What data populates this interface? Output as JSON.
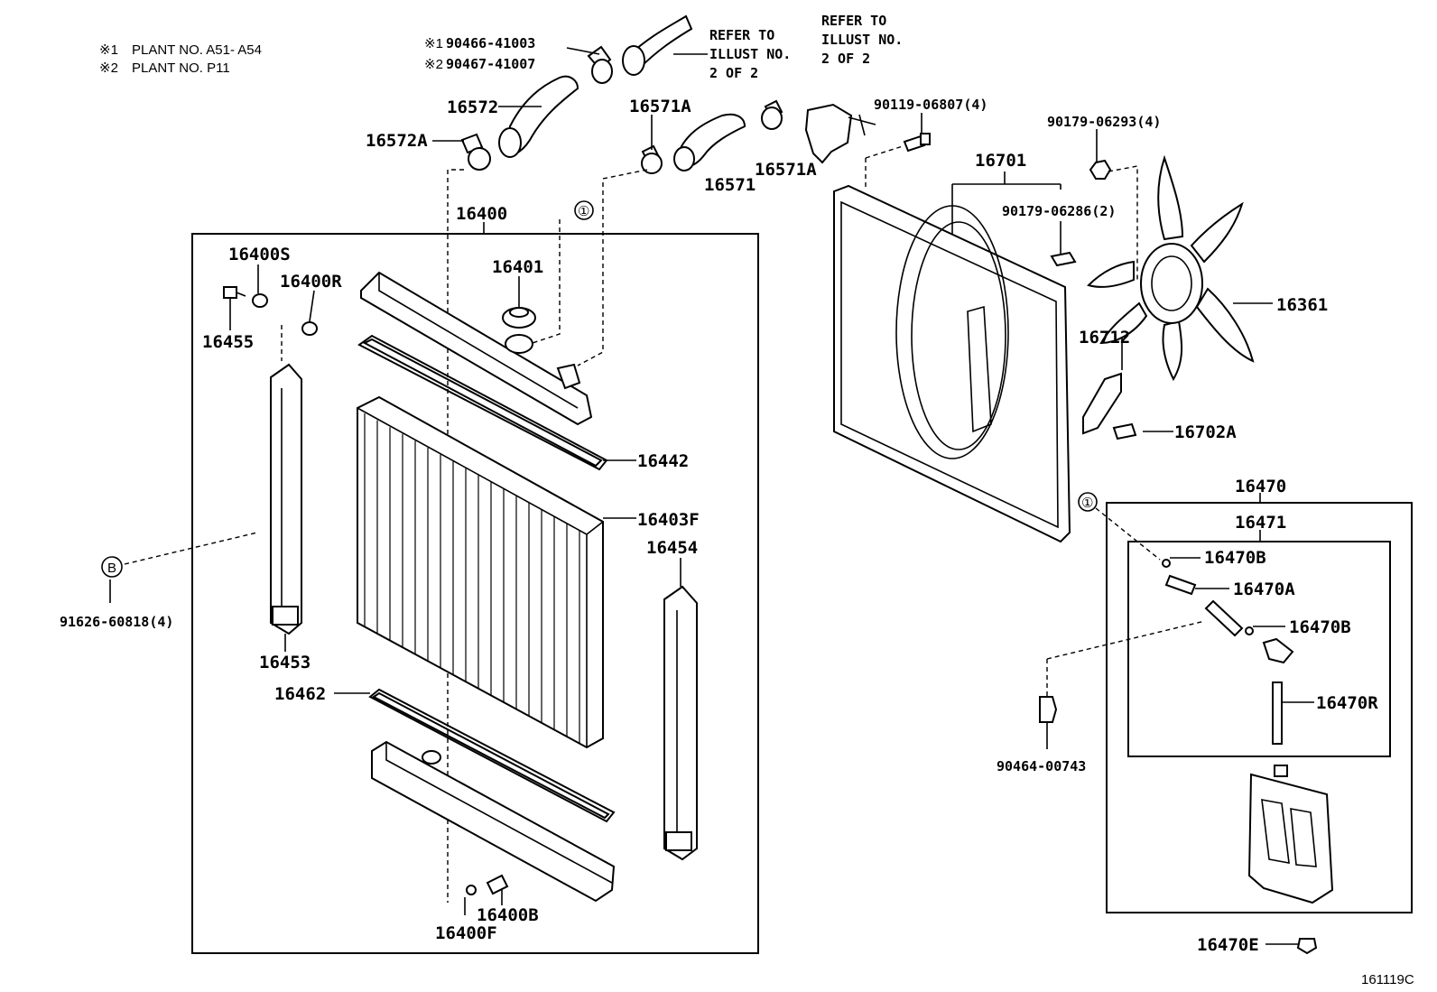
{
  "notes": [
    {
      "mark": "※1",
      "text": "PLANT NO. A51- A54"
    },
    {
      "mark": "※2",
      "text": "PLANT NO. P11"
    }
  ],
  "refs": {
    "ref1": [
      "REFER TO",
      "ILLUST NO.",
      "2 OF 2"
    ],
    "ref2": [
      "REFER TO",
      "ILLUST NO.",
      "2 OF 2"
    ]
  },
  "clamp_parts": {
    "p1_mark": "※1",
    "p1": "90466-41003",
    "p2_mark": "※2",
    "p2": "90467-41007"
  },
  "labels": {
    "l16572": "16572",
    "l16572A": "16572A",
    "l16571A_top": "16571A",
    "l16571": "16571",
    "l16571A_bot": "16571A",
    "l90119": "90119-06807(4)",
    "l90179_293": "90179-06293(4)",
    "l16701": "16701",
    "l90179_286": "90179-06286(2)",
    "l16361": "16361",
    "l16712": "16712",
    "l16702A": "16702A",
    "l16400": "16400",
    "l16400S": "16400S",
    "l16400R": "16400R",
    "l16455": "16455",
    "l16401": "16401",
    "l16442": "16442",
    "l16403F": "16403F",
    "l16454": "16454",
    "l91626": "91626-60818(4)",
    "l16453": "16453",
    "l16462": "16462",
    "l16400B": "16400B",
    "l16400F": "16400F",
    "l16470": "16470",
    "l16471": "16471",
    "l16470B_1": "16470B",
    "l16470A": "16470A",
    "l16470B_2": "16470B",
    "l16470R": "16470R",
    "l90464": "90464-00743",
    "l16470E": "16470E"
  },
  "markers": {
    "circle1": "①",
    "circleB": "B"
  },
  "figure_id": "161119C"
}
